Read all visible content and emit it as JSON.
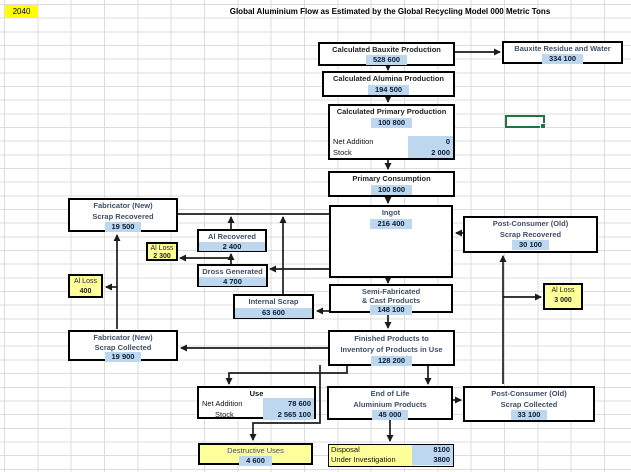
{
  "sheet": {
    "year": "2040",
    "title_line1": "Global Aluminium Flow as Estimated by the Global Recycling Model",
    "title_line2": "000 Metric Tons"
  },
  "colors": {
    "value_cell_fill": "#BDD7EE",
    "loss_box_fill": "#FFFF99",
    "year_cell_fill": "#FFFF00",
    "selection_border": "#217346",
    "connector": "#1c1c1c"
  },
  "boxes": {
    "calc_bauxite": {
      "label": "Calculated Bauxite Production",
      "value": "528 600"
    },
    "bauxite_residue": {
      "label": "Bauxite Residue and Water",
      "value": "334 100"
    },
    "calc_alumina": {
      "label": "Calculated Alumina Production",
      "value": "194 500"
    },
    "calc_primary": {
      "label": "Calculated Primary Production",
      "value": "100 800",
      "rows": [
        {
          "label": "Net Addition",
          "value": "0"
        },
        {
          "label": "Stock",
          "value": "2 000"
        }
      ]
    },
    "primary_consumption": {
      "label": "Primary Consumption",
      "value": "100 800"
    },
    "ingot": {
      "label": "Ingot",
      "value": "216 400"
    },
    "fab_scrap_recovered": {
      "label1": "Fabricator (New)",
      "label2": "Scrap Recovered",
      "value": "19 500"
    },
    "al_recovered": {
      "label": "Al Recovered",
      "value": "2 400"
    },
    "al_loss_fab_recovery": {
      "label": "Al Loss",
      "value": "2 300"
    },
    "dross_generated": {
      "label": "Dross Generated",
      "value": "4 700"
    },
    "al_loss_fab_collection": {
      "label": "Al Loss",
      "value": "400"
    },
    "internal_scrap": {
      "label": "Internal Scrap",
      "value": "63 600"
    },
    "semi_fab": {
      "label1": "Semi-Fabricated",
      "label2": "& Cast Products",
      "value": "148 100"
    },
    "pc_scrap_recovered": {
      "label1": "Post-Consumer (Old)",
      "label2": "Scrap Recovered",
      "value": "30 100"
    },
    "al_loss_pc_recovery": {
      "label": "Al Loss",
      "value": "3 000"
    },
    "finished_products": {
      "label1": "Finished Products to",
      "label2": "Inventory of Products in Use",
      "value": "128 200"
    },
    "fab_scrap_collected": {
      "label1": "Fabricator (New)",
      "label2": "Scrap Collected",
      "value": "19 900"
    },
    "use": {
      "label": "Use",
      "rows": [
        {
          "label": "Net Addition",
          "value": "78 600"
        },
        {
          "label": "Stock",
          "value": "2 565 100"
        }
      ]
    },
    "end_of_life": {
      "label1": "End of Life",
      "label2": "Aluminium Products",
      "value": "45 000"
    },
    "pc_scrap_collected": {
      "label1": "Post-Consumer (Old)",
      "label2": "Scrap Collected",
      "value": "33 100"
    },
    "destructive_uses": {
      "label": "Destructive Uses",
      "value": "4 600"
    },
    "disposal": {
      "rows": [
        {
          "label": "Disposal",
          "value": "8100"
        },
        {
          "label": "Under Investigation",
          "value": "3800"
        }
      ]
    }
  },
  "flows": [
    {
      "name": "flow-bauxite-to-residue",
      "points": [
        [
          455,
          52
        ],
        [
          500,
          52
        ]
      ],
      "arrow": true
    },
    {
      "name": "flow-bauxite-to-alumina",
      "points": [
        [
          388,
          64
        ],
        [
          388,
          70
        ]
      ],
      "arrow": true
    },
    {
      "name": "flow-alumina-to-primary",
      "points": [
        [
          388,
          96
        ],
        [
          388,
          102
        ]
      ],
      "arrow": true
    },
    {
      "name": "flow-primary-to-consumption",
      "points": [
        [
          388,
          159
        ],
        [
          388,
          169
        ]
      ],
      "arrow": true
    },
    {
      "name": "flow-consumption-to-ingot",
      "points": [
        [
          388,
          196
        ],
        [
          388,
          203
        ]
      ],
      "arrow": true
    },
    {
      "name": "flow-ingot-to-semifab",
      "points": [
        [
          388,
          277
        ],
        [
          388,
          283
        ]
      ],
      "arrow": true
    },
    {
      "name": "flow-semifab-to-finished",
      "points": [
        [
          388,
          312
        ],
        [
          388,
          328
        ]
      ],
      "arrow": true
    },
    {
      "name": "flow-ingot-feed-line",
      "points": [
        [
          178,
          214
        ],
        [
          330,
          214
        ]
      ],
      "arrow": false
    },
    {
      "name": "flow-alrecovered-to-ingot",
      "points": [
        [
          231,
          229
        ],
        [
          231,
          217
        ]
      ],
      "arrow": true
    },
    {
      "name": "flow-internalscrap-to-ingot",
      "points": [
        [
          283,
          294
        ],
        [
          283,
          217
        ]
      ],
      "arrow": true
    },
    {
      "name": "flow-ingot-to-dross",
      "points": [
        [
          329,
          269
        ],
        [
          270,
          269
        ]
      ],
      "arrow": true
    },
    {
      "name": "flow-dross-to-alrecovered",
      "points": [
        [
          231,
          264
        ],
        [
          231,
          254
        ]
      ],
      "arrow": true
    },
    {
      "name": "flow-dross-to-alloss2300",
      "points": [
        [
          231,
          258
        ],
        [
          180,
          258
        ]
      ],
      "arrow": true
    },
    {
      "name": "flow-pcrecovered-to-ingot",
      "points": [
        [
          463,
          233
        ],
        [
          456,
          233
        ]
      ],
      "arrow": true
    },
    {
      "name": "flow-collected-to-recovered",
      "points": [
        [
          117,
          329
        ],
        [
          117,
          235
        ]
      ],
      "arrow": true
    },
    {
      "name": "flow-collected-to-alloss400",
      "points": [
        [
          117,
          287
        ],
        [
          106,
          287
        ]
      ],
      "arrow": true
    },
    {
      "name": "flow-finished-to-fabcollected",
      "points": [
        [
          328,
          348
        ],
        [
          181,
          348
        ]
      ],
      "arrow": true
    },
    {
      "name": "flow-semifab-to-internalscrap",
      "points": [
        [
          329,
          311
        ],
        [
          317,
          311
        ]
      ],
      "arrow": true
    },
    {
      "name": "flow-finished-to-use",
      "points": [
        [
          347,
          365
        ],
        [
          347,
          373
        ],
        [
          229,
          373
        ],
        [
          229,
          384
        ]
      ],
      "arrow": true
    },
    {
      "name": "flow-finished-to-endoflife",
      "points": [
        [
          428,
          365
        ],
        [
          428,
          384
        ]
      ],
      "arrow": true
    },
    {
      "name": "flow-finished-to-destructive",
      "points": [
        [
          320,
          365
        ],
        [
          320,
          423
        ],
        [
          253,
          423
        ],
        [
          253,
          440
        ]
      ],
      "arrow": true
    },
    {
      "name": "flow-endoflife-to-disposal",
      "points": [
        [
          390,
          420
        ],
        [
          390,
          441
        ]
      ],
      "arrow": true
    },
    {
      "name": "flow-endoflife-to-pccollected",
      "points": [
        [
          453,
          400
        ],
        [
          461,
          400
        ]
      ],
      "arrow": true
    },
    {
      "name": "flow-pccollected-to-pcrecovered",
      "points": [
        [
          503,
          384
        ],
        [
          503,
          256
        ]
      ],
      "arrow": true
    },
    {
      "name": "flow-pccollected-to-alloss3000",
      "points": [
        [
          503,
          297
        ],
        [
          541,
          297
        ]
      ],
      "arrow": true
    }
  ]
}
